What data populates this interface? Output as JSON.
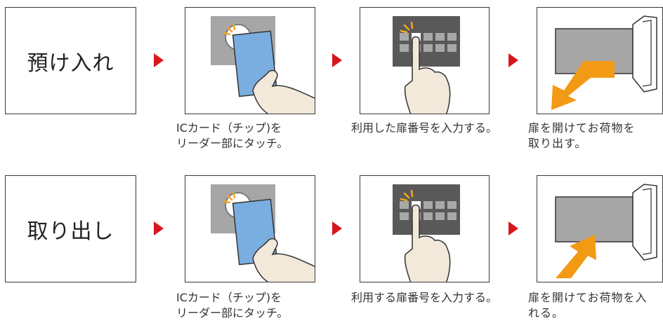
{
  "rows": [
    {
      "label": "預け入れ",
      "steps": [
        {
          "caption": [
            "ICカード（チップ)を",
            "リーダー部にタッチ。"
          ]
        },
        {
          "caption": [
            "利用した扉番号を入力する。"
          ]
        },
        {
          "caption": [
            "扉を開けてお荷物を",
            "取り出す。"
          ]
        }
      ]
    },
    {
      "label": "取り出し",
      "steps": [
        {
          "caption": [
            "ICカード（チップ)を",
            "リーダー部にタッチ。"
          ]
        },
        {
          "caption": [
            "利用する扉番号を入力する。"
          ]
        },
        {
          "caption": [
            "扉を開けてお荷物を入",
            "れる。"
          ]
        }
      ]
    }
  ],
  "colors": {
    "arrow": "#d9161c",
    "card": "#7aaee0",
    "reader": "#a6a6a6",
    "keypad": "#595959",
    "key": "#a8a8a8",
    "hand": "#f2e9db",
    "box_arrow": "#f29a14",
    "tap_mark": "#f5a623"
  }
}
